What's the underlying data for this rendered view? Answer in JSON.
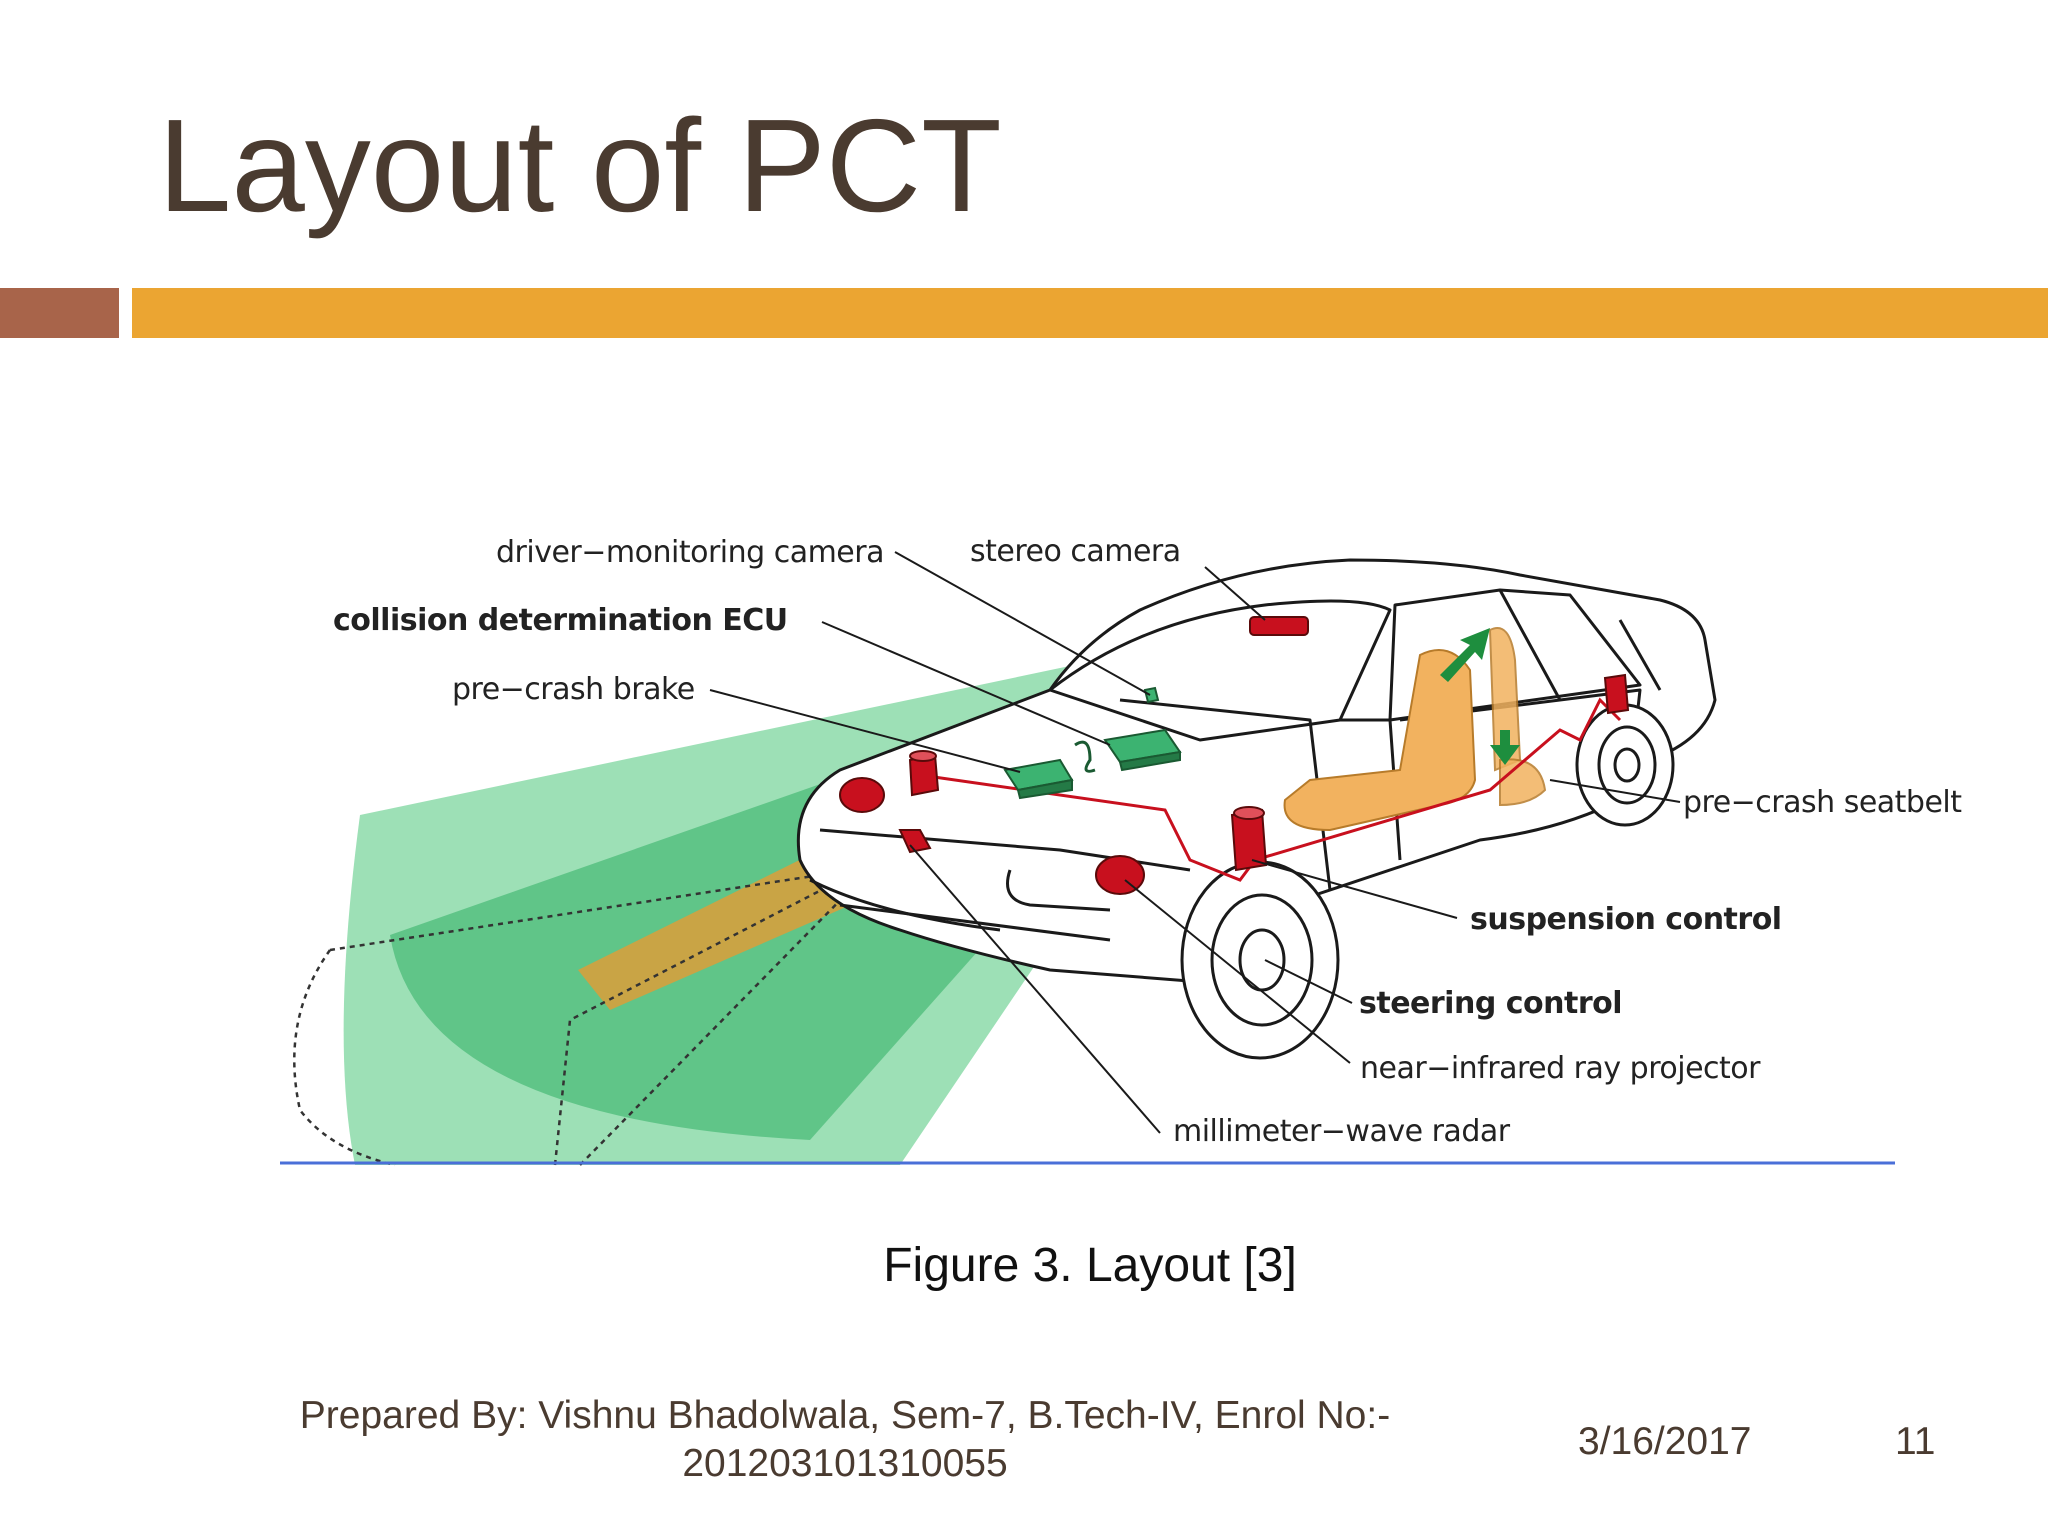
{
  "slide": {
    "title": "Layout of PCT",
    "caption": "Figure 3. Layout [3]"
  },
  "diagram": {
    "labels": {
      "driver_monitoring_camera": "driver−monitoring camera",
      "stereo_camera": "stereo camera",
      "collision_ecu": "collision determination ECU",
      "pre_crash_brake": "pre−crash brake",
      "pre_crash_seatbelt": "pre−crash seatbelt",
      "suspension_control": "suspension control",
      "steering_control": "steering control",
      "near_infrared_projector": "near−infrared ray projector",
      "millimeter_wave_radar": "millimeter−wave radar"
    },
    "colors": {
      "sensor_field": "#5ccb86",
      "infrared_beam": "#e39b34",
      "actuator": "#c8101e",
      "seat": "#f2b25f",
      "ground_line": "#4a6fd8"
    }
  },
  "footer": {
    "prepared_by": "Prepared By: Vishnu Bhadolwala, Sem-7, B.Tech-IV, Enrol No:- 201203101310055",
    "date": "3/16/2017",
    "page": "11"
  }
}
